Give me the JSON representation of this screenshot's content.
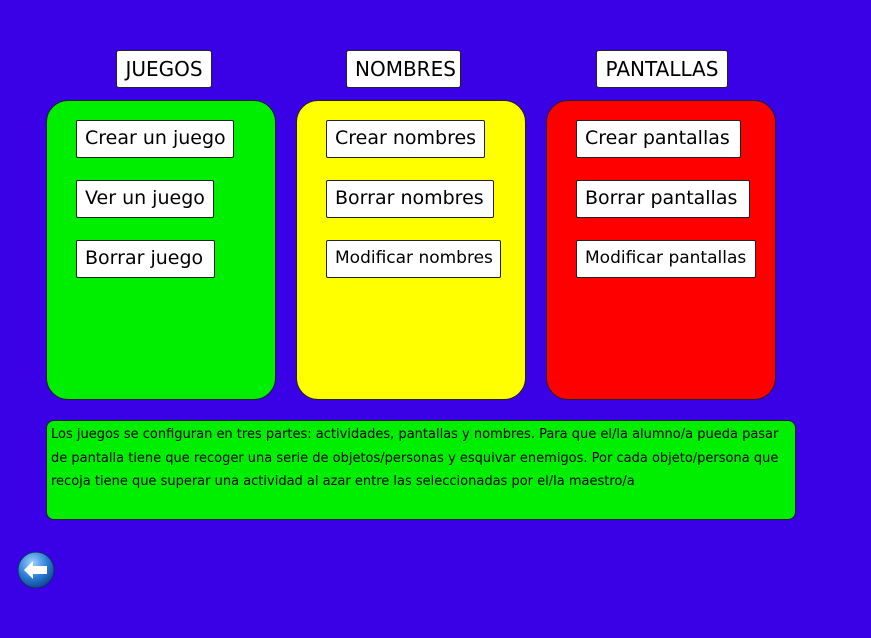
{
  "headers": {
    "juegos": "JUEGOS",
    "nombres": "NOMBRES",
    "pantallas": "PANTALLAS"
  },
  "juegos_panel": {
    "color": "#00ee00",
    "buttons": [
      "Crear un juego",
      "Ver un juego",
      "Borrar juego"
    ]
  },
  "nombres_panel": {
    "color": "#ffff00",
    "buttons": [
      "Crear nombres",
      "Borrar nombres",
      "Modificar nombres"
    ]
  },
  "pantallas_panel": {
    "color": "#ff0000",
    "buttons": [
      "Crear pantallas",
      "Borrar pantallas",
      "Modificar pantallas"
    ]
  },
  "description": "Los juegos se configuran en tres partes: actividades, pantallas y nombres. Para que el/la alumno/a pueda pasar de pantalla tiene que recoger una serie de objetos/personas y esquivar enemigos. Por cada objeto/persona que recoja tiene que superar una actividad al azar entre las seleccionadas por el/la maestro/a",
  "back_button": {
    "icon": "back-arrow-icon"
  },
  "colors": {
    "background": "#3a00e6",
    "description_box": "#00ee00"
  }
}
